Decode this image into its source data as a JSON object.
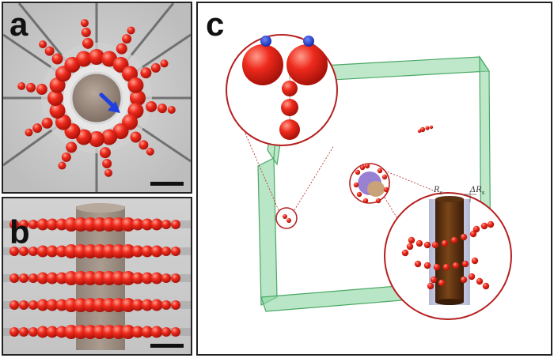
{
  "panels": {
    "a": {
      "label": "a"
    },
    "b": {
      "label": "b"
    },
    "c": {
      "label": "c",
      "rod_radius_label": "R",
      "rod_radius_sub": "s",
      "shell_label": "ΔR",
      "shell_sub": "s"
    }
  },
  "colors": {
    "bead": "#e8231a",
    "bead_highlight": "#ff8a7a",
    "bead_cap": "#1636c9",
    "rod": "#6b3a14",
    "rod_translucent": "#8a7060",
    "box_edge": "#5fbf7a",
    "magnifier_ring": "#b52020",
    "arrow": "#1f3fe0"
  },
  "icons": {
    "arrow": "arrow-icon"
  }
}
